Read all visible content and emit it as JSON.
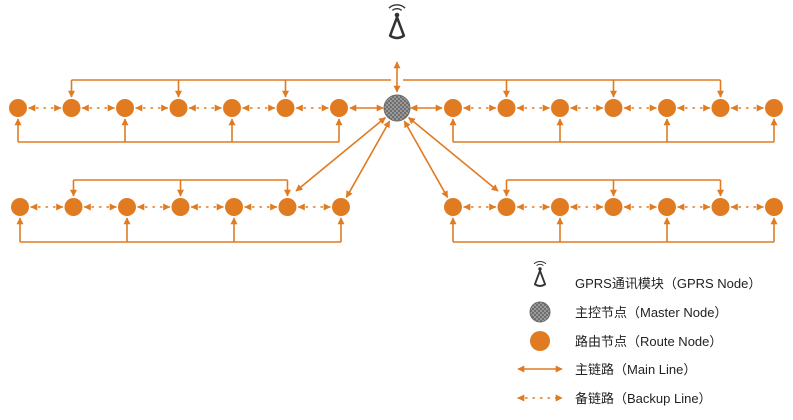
{
  "colors": {
    "route_node": "#E07B22",
    "master_node": "#8C8C8C",
    "link": "#E07B22",
    "antenna": "#333333"
  },
  "legend": {
    "gprs": {
      "icon": "antenna-icon",
      "label": "GPRS通讯模块（GPRS Node）"
    },
    "master": {
      "icon": "master-node-icon",
      "label": "主控节点（Master Node）"
    },
    "route": {
      "icon": "route-node-icon",
      "label": "路由节点（Route Node）"
    },
    "main_line": {
      "icon": "main-line-icon",
      "label": "主链路（Main Line）"
    },
    "backup_line": {
      "icon": "backup-line-icon",
      "label": "备链路（Backup Line）"
    }
  }
}
